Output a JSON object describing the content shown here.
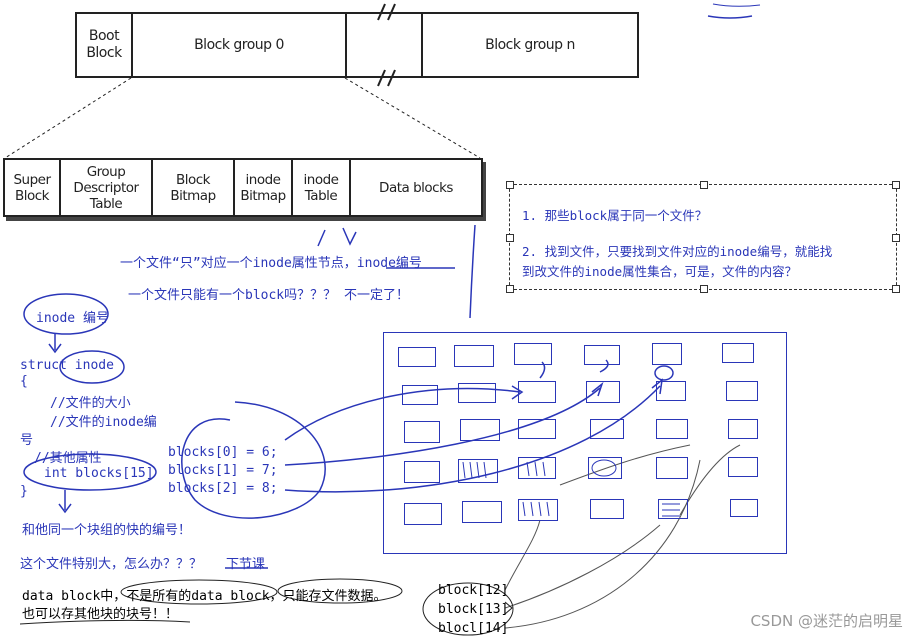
{
  "top_row": {
    "boot_block": "Boot\nBlock",
    "block_group_0": "Block group 0",
    "block_group_n": "Block group n"
  },
  "sub_row": {
    "super_block": "Super\nBlock",
    "group_descriptor_table": "Group\nDescriptor\nTable",
    "block_bitmap": "Block\nBitmap",
    "inode_bitmap": "inode\nBitmap",
    "inode_table": "inode\nTable",
    "data_blocks": "Data blocks"
  },
  "selection_notes": {
    "q1": "1. 那些block属于同一个文件？",
    "q2_line1": "2. 找到文件，只要找到文件对应的inode编号，就能找",
    "q2_line2": "到改文件的inode属性集合，可是，文件的内容？"
  },
  "handwritten": {
    "line1": "一个文件“只”对应一个inode属性节点，inode编号",
    "line2": "一个文件只能有一个block吗？？？  不一定了！",
    "inode_label": "inode 编号",
    "struct_decl": "struct inode",
    "brace_open": "{",
    "comment_size": "//文件的大小",
    "comment_inode": "//文件的inode编",
    "comment_inode_cont": "号",
    "comment_other": "//其他属性",
    "int_blocks": "int blocks[15]",
    "brace_close": "}",
    "blocks0": "blocks[0] = 6;",
    "blocks1": "blocks[1] = 7;",
    "blocks2": "blocks[2] = 8;",
    "group_note": "和他同一个块组的快的编号！",
    "big_file": "这个文件特别大，怎么办？？？",
    "next_lesson": "下节课",
    "data_block_line1": "data block中，不是所有的data block，只能存文件数据。",
    "data_block_line2": "也可以存其他块的块号！！",
    "block12": "block[12]",
    "block13": "block[13]",
    "block14": "blocl[14]"
  },
  "watermark": "CSDN @迷茫的启明星",
  "colors": {
    "pen": "#2a36b8",
    "ink": "#222222"
  }
}
